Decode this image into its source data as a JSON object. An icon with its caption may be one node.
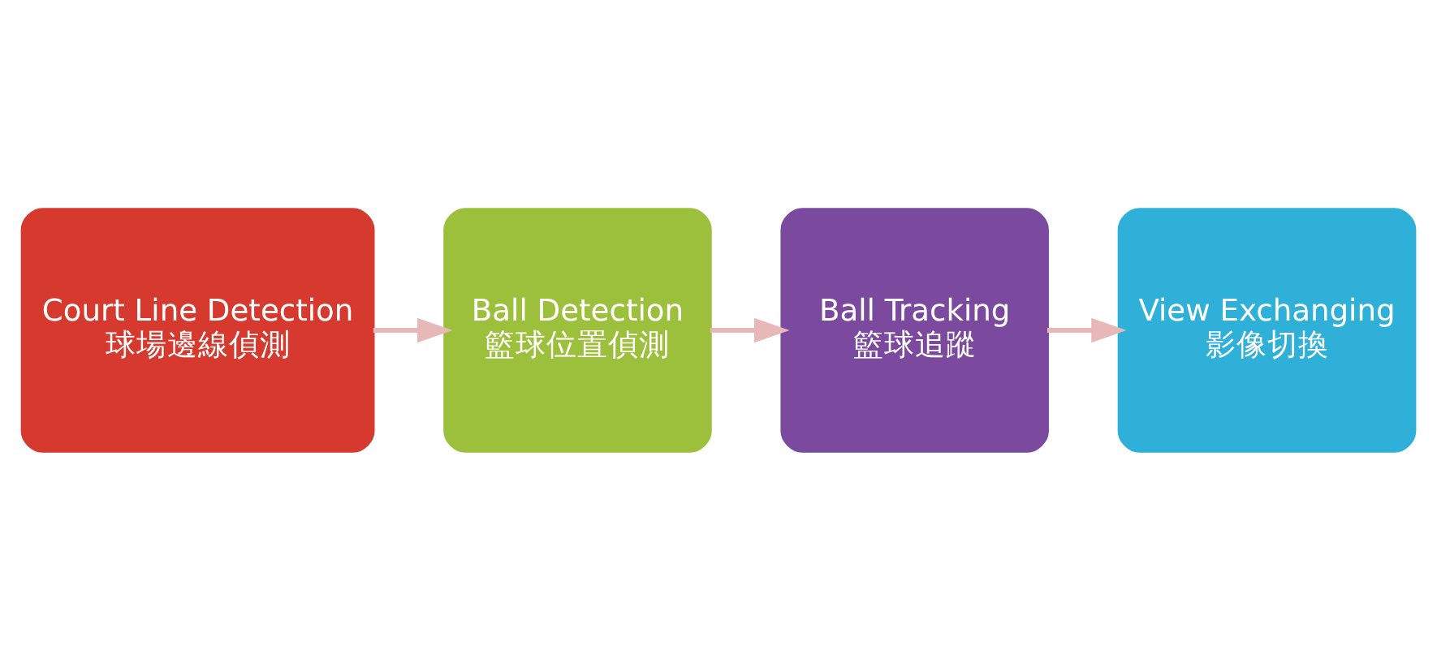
{
  "diagram": {
    "nodes": [
      {
        "text": [
          "Court Line Detection",
          "球場邊線偵測"
        ]
      },
      {
        "text": [
          "Ball Detection",
          "籃球位置偵測"
        ]
      },
      {
        "text": [
          "Ball Tracking",
          "籃球追蹤"
        ]
      },
      {
        "text": [
          "View Exchanging",
          "影像切換"
        ]
      }
    ],
    "edges": [
      {
        "from": 0,
        "to": 1,
        "arrow": "to"
      },
      {
        "from": 1,
        "to": 2,
        "arrow": "to"
      },
      {
        "from": 2,
        "to": 3,
        "arrow": "to"
      }
    ]
  }
}
